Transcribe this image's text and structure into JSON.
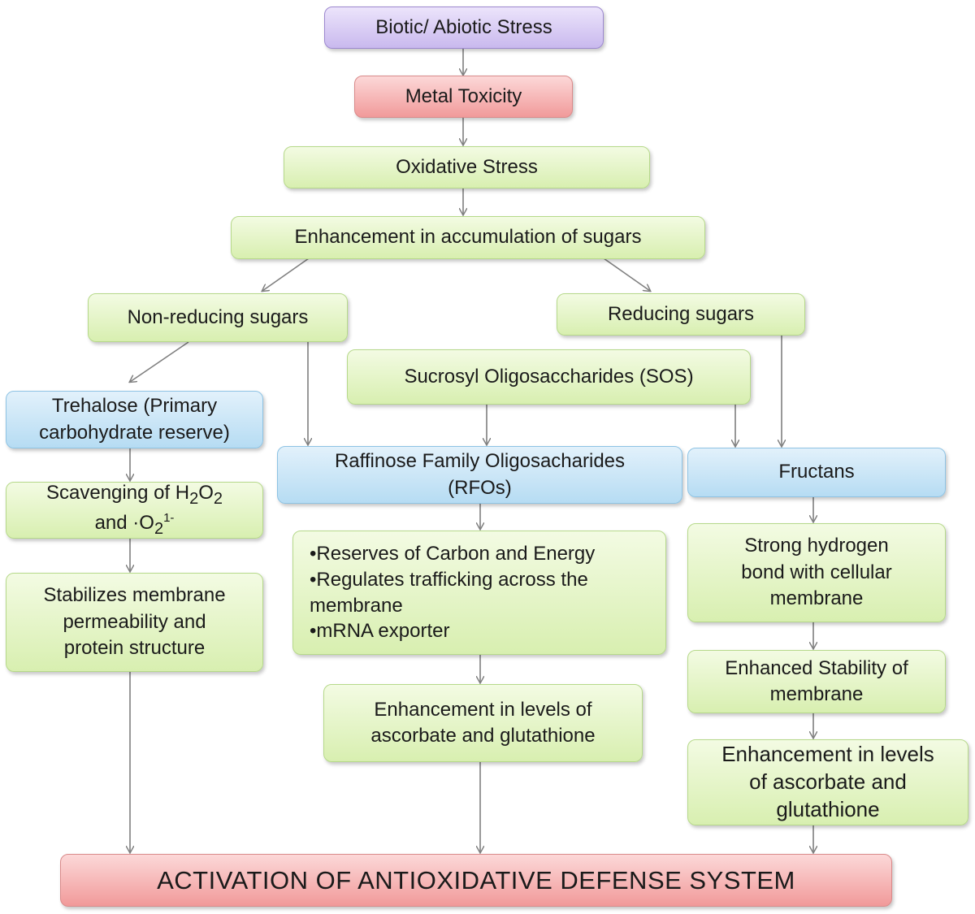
{
  "nodes": {
    "stress": "Biotic/ Abiotic Stress",
    "metal": "Metal Toxicity",
    "oxidative": "Oxidative Stress",
    "enhancement_sugars": "Enhancement in accumulation of sugars",
    "non_reducing": "Non-reducing sugars",
    "reducing": "Reducing sugars",
    "sos": "Sucrosyl Oligosaccharides (SOS)",
    "trehalose": {
      "line1": "Trehalose (Primary",
      "line2": "carbohydrate reserve)"
    },
    "scavenging": {
      "prefix": "Scavenging of H",
      "sub1": "2",
      "mid": "O",
      "sub2": "2",
      "line2_prefix": "and ·O",
      "sub3": "2",
      "sup": "1-"
    },
    "stabilizes": {
      "line1": "Stabilizes membrane",
      "line2": "permeability and",
      "line3": "protein structure"
    },
    "rfos": {
      "line1": "Raffinose Family Oligosacharides",
      "line2": "(RFOs)"
    },
    "reserves": {
      "item1": "•Reserves of Carbon and Energy",
      "item2a": "•Regulates trafficking across the",
      "item2b": "membrane",
      "item3": "•mRNA exporter"
    },
    "enh_levels_mid": {
      "line1": "Enhancement in levels of",
      "line2": "ascorbate and glutathione"
    },
    "fructans": "Fructans",
    "hydrogen_bond": {
      "line1": "Strong hydrogen",
      "line2": "bond with cellular",
      "line3": "membrane"
    },
    "enh_stability": {
      "line1": "Enhanced Stability of",
      "line2": "membrane"
    },
    "enh_levels_right": {
      "line1": "Enhancement in levels",
      "line2": "of ascorbate and",
      "line3": "glutathione"
    },
    "activation": "ACTIVATION OF ANTIOXIDATIVE DEFENSE SYSTEM"
  },
  "colors": {
    "purple": "#c9b9ee",
    "red": "#f19a9a",
    "green": "#d8efb0",
    "blue": "#b6dcf3",
    "arrow": "#7f7f7f"
  }
}
